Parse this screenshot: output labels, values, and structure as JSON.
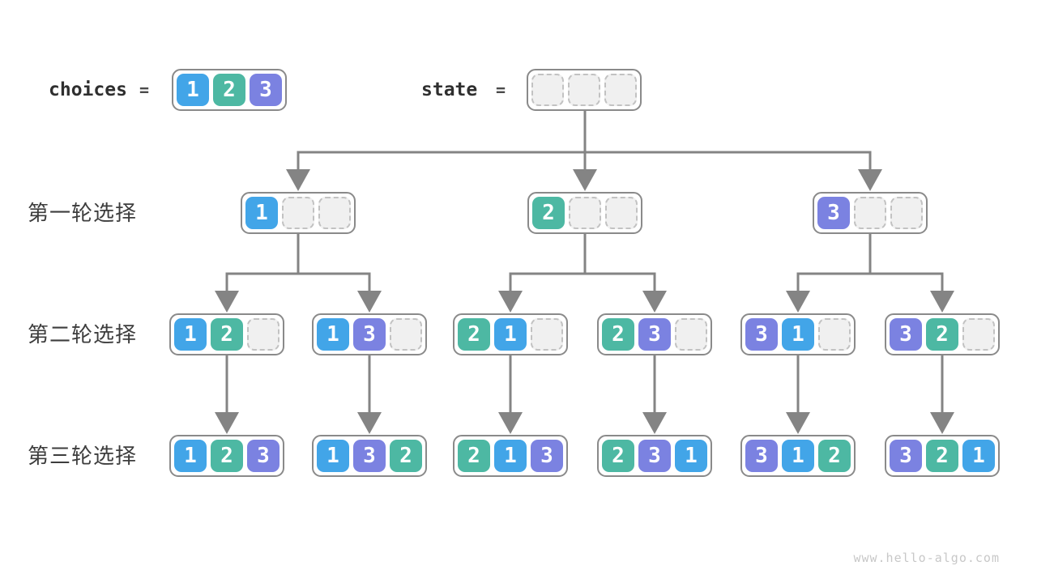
{
  "watermark": "www.hello-algo.com",
  "colors": {
    "1": "#42a5e8",
    "2": "#4db8a3",
    "3": "#7b82e1",
    "empty_fill": "#f0f0f0",
    "empty_border": "#c2c2c2",
    "box_border": "#8a8a8a",
    "arrow": "#848484",
    "label_text": "#3d3d3d"
  },
  "header": {
    "choices_label": "choices",
    "equals_sign": "=",
    "choices_box": [
      1,
      2,
      3
    ],
    "state_label": "state",
    "state_box": [
      null,
      null,
      null
    ]
  },
  "tree": {
    "row_labels": [
      "第一轮选择",
      "第二轮选择",
      "第三轮选择"
    ],
    "level1": [
      [
        1,
        null,
        null
      ],
      [
        2,
        null,
        null
      ],
      [
        3,
        null,
        null
      ]
    ],
    "level2": [
      [
        1,
        2,
        null
      ],
      [
        1,
        3,
        null
      ],
      [
        2,
        1,
        null
      ],
      [
        2,
        3,
        null
      ],
      [
        3,
        1,
        null
      ],
      [
        3,
        2,
        null
      ]
    ],
    "level3": [
      [
        1,
        2,
        3
      ],
      [
        1,
        3,
        2
      ],
      [
        2,
        1,
        3
      ],
      [
        2,
        3,
        1
      ],
      [
        3,
        1,
        2
      ],
      [
        3,
        2,
        1
      ]
    ]
  }
}
